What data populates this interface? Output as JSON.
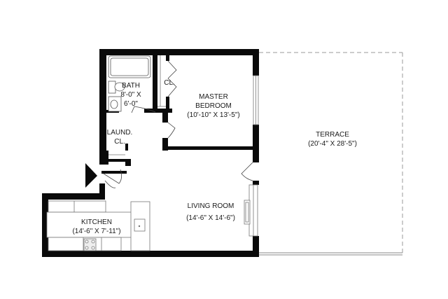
{
  "floorplan": {
    "rooms": [
      {
        "id": "bath",
        "name": "BATH",
        "dims_line1": "8'-0\" X",
        "dims_line2": "6'-0\""
      },
      {
        "id": "closet",
        "name": "CL."
      },
      {
        "id": "master-bedroom",
        "name_line1": "MASTER",
        "name_line2": "BEDROOM",
        "dims": "(10'-10\" X 13'-5\")"
      },
      {
        "id": "laundry-closet",
        "name_line1": "LAUND.",
        "name_line2": "CL."
      },
      {
        "id": "terrace",
        "name": "TERRACE",
        "dims": "(20'-4\" X 28'-5\")"
      },
      {
        "id": "living-room",
        "name": "LIVING ROOM",
        "dims": "(14'-6\" X 14'-6\")"
      },
      {
        "id": "kitchen",
        "name": "KITCHEN",
        "dims": "(14'-6\" X 7'-11\")"
      }
    ],
    "colors": {
      "wall": "#0a0a0a",
      "line": "#555555",
      "dash": "#9a9a9a",
      "background": "#ffffff"
    }
  }
}
